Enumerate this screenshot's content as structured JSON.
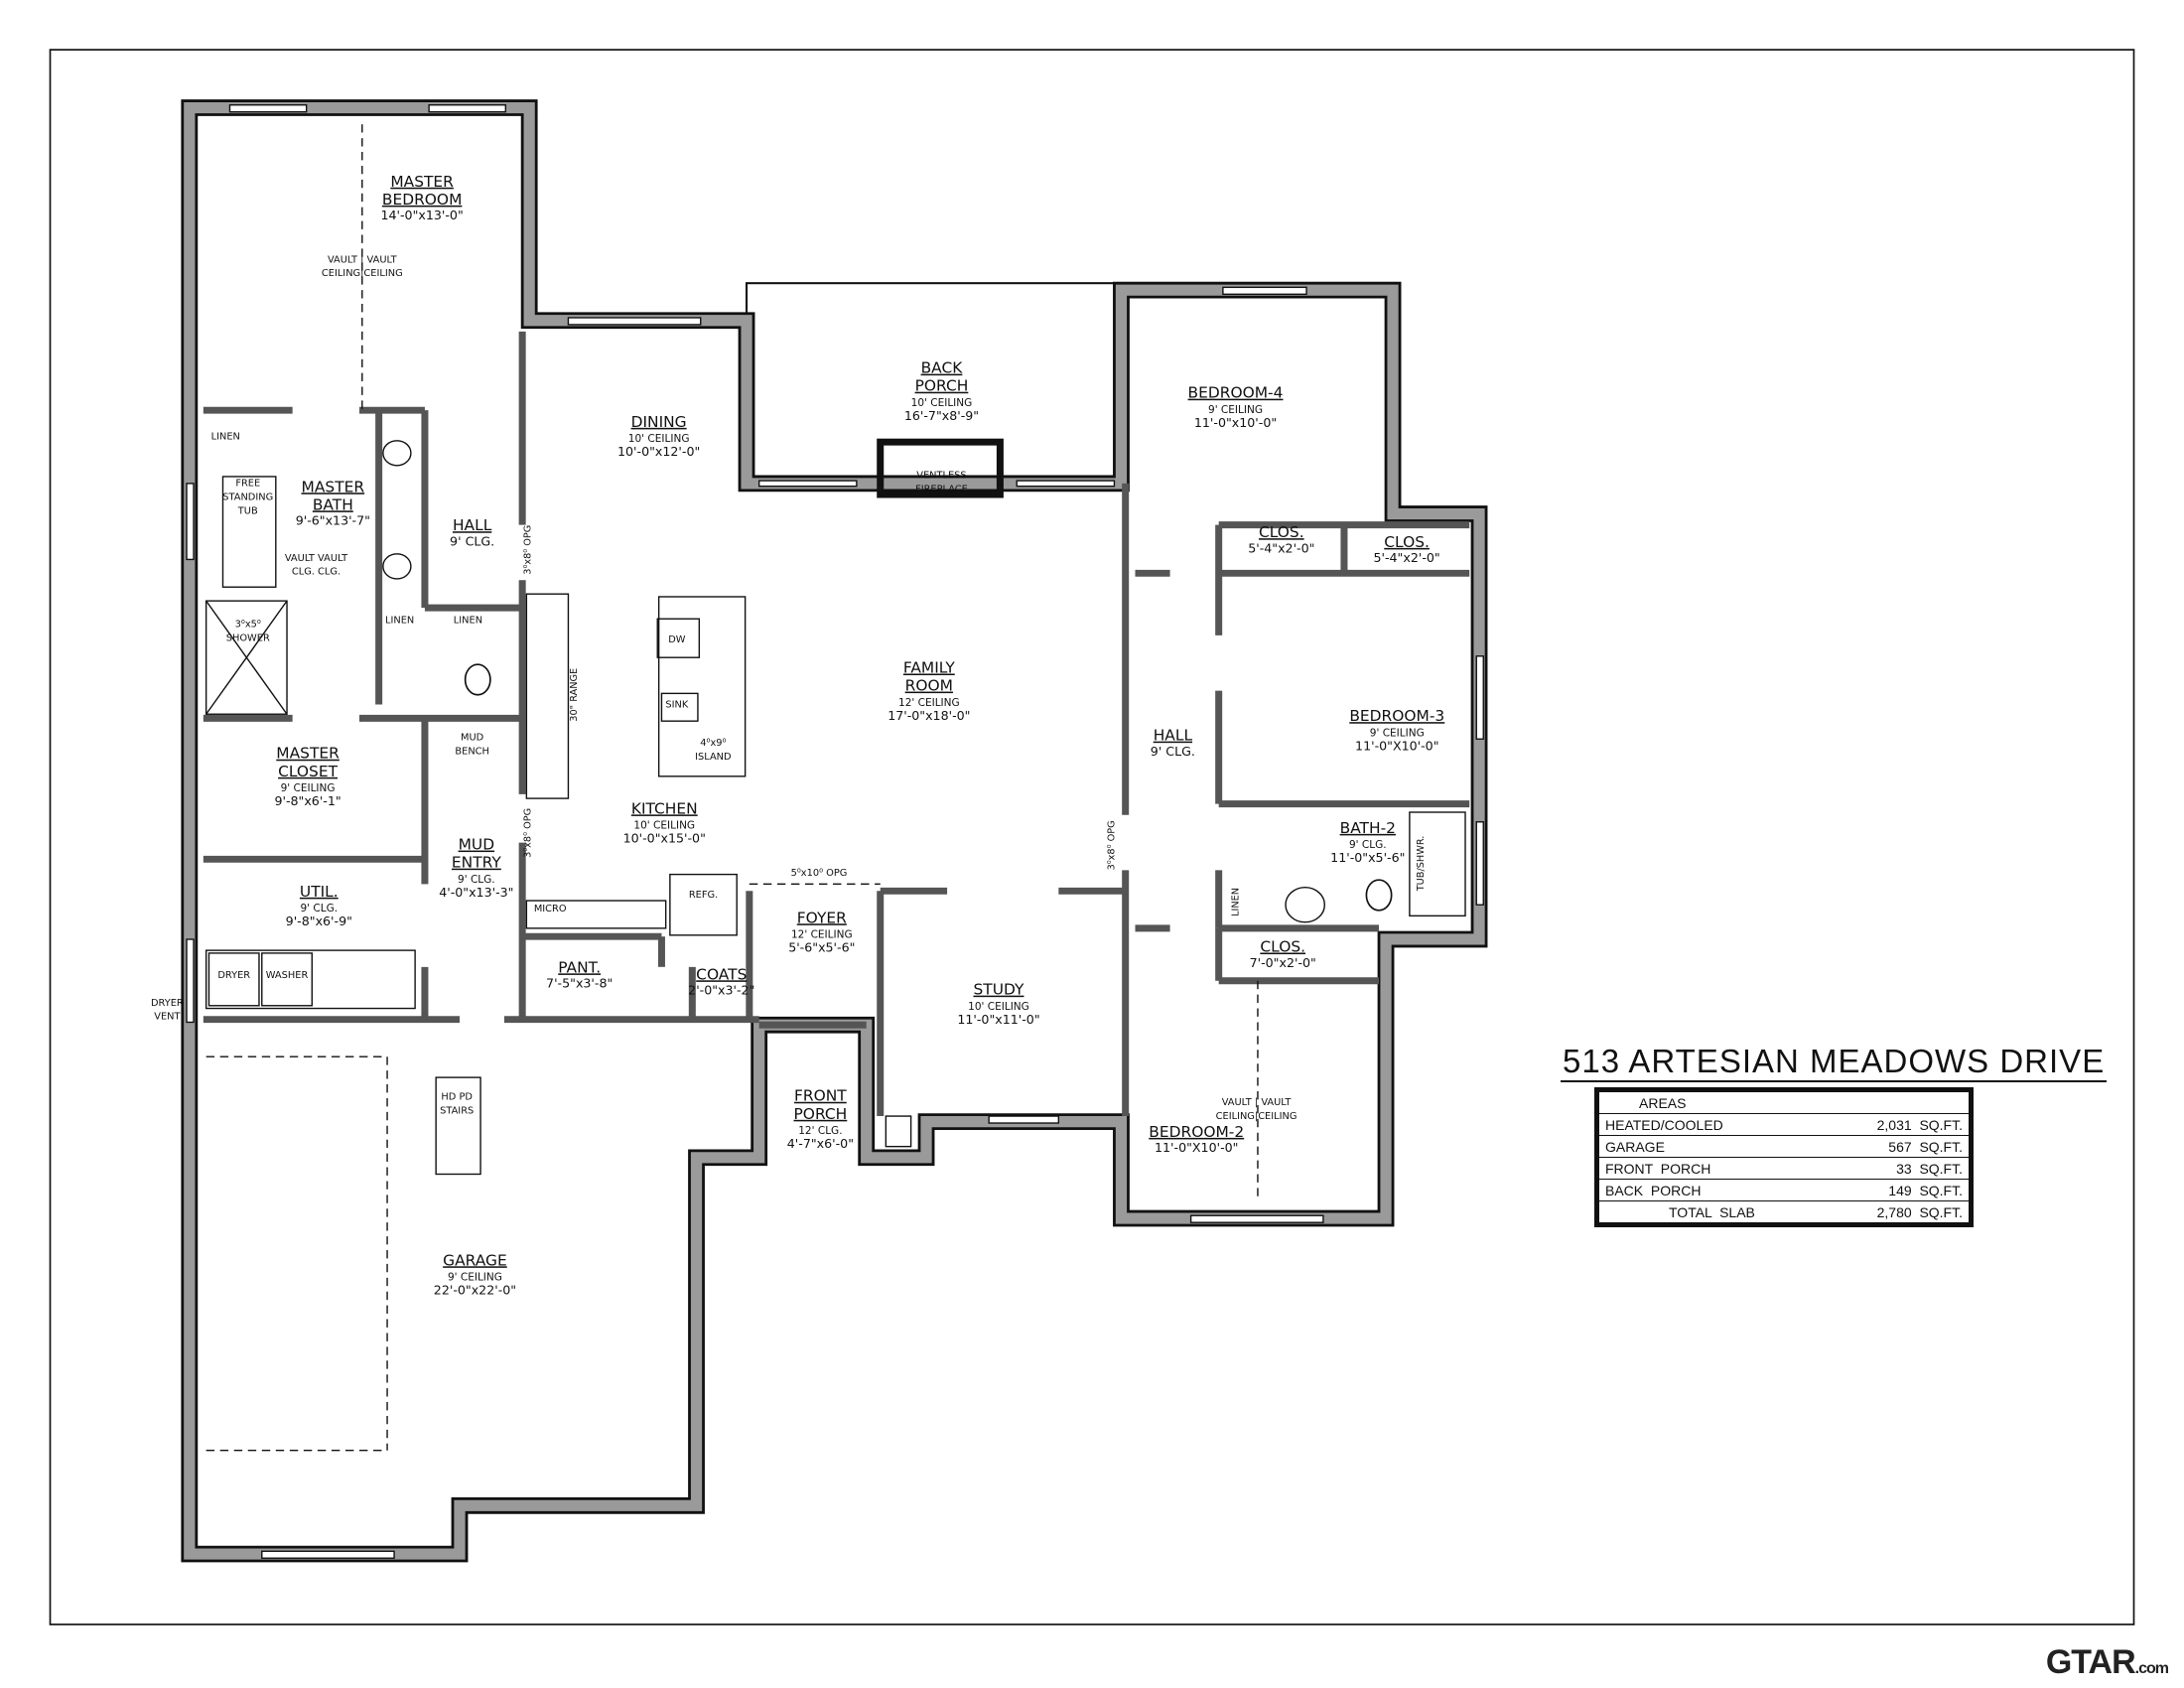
{
  "title": "513 ARTESIAN MEADOWS DRIVE",
  "areas": {
    "header": "AREAS",
    "rows": [
      {
        "label": "HEATED/COOLED",
        "value": "2,031",
        "unit": "SQ.FT."
      },
      {
        "label": "GARAGE",
        "value": "567",
        "unit": "SQ.FT."
      },
      {
        "label": "FRONT  PORCH",
        "value": "33",
        "unit": "SQ.FT."
      },
      {
        "label": "BACK  PORCH",
        "value": "149",
        "unit": "SQ.FT."
      }
    ],
    "total": {
      "label": "TOTAL  SLAB",
      "value": "2,780",
      "unit": "SQ.FT."
    }
  },
  "logo": {
    "text": "GTAR",
    "suffix": ".com"
  },
  "rooms": [
    {
      "id": "master-bedroom",
      "lines": [
        "MASTER",
        "BEDROOM",
        "14'-0\"x13'-0\""
      ]
    },
    {
      "id": "master-bath",
      "lines": [
        "MASTER",
        "BATH",
        "9'-6\"x13'-7\""
      ]
    },
    {
      "id": "hall-1",
      "lines": [
        "HALL",
        "9' CLG."
      ]
    },
    {
      "id": "dining",
      "lines": [
        "DINING",
        "10' CEILING",
        "10'-0\"x12'-0\""
      ]
    },
    {
      "id": "back-porch",
      "lines": [
        "BACK",
        "PORCH",
        "10' CEILING",
        "16'-7\"x8'-9\""
      ]
    },
    {
      "id": "bedroom-4",
      "lines": [
        "BEDROOM-4",
        "9' CEILING",
        "11'-0\"x10'-0\""
      ]
    },
    {
      "id": "closet-1",
      "lines": [
        "CLOS.",
        "5'-4\"x2'-0\""
      ]
    },
    {
      "id": "closet-2",
      "lines": [
        "CLOS.",
        "5'-4\"x2'-0\""
      ]
    },
    {
      "id": "family-room",
      "lines": [
        "FAMILY",
        "ROOM",
        "12' CEILING",
        "17'-0\"x18'-0\""
      ]
    },
    {
      "id": "bedroom-3",
      "lines": [
        "BEDROOM-3",
        "9' CEILING",
        "11'-0\"X10'-0\""
      ]
    },
    {
      "id": "hall-2",
      "lines": [
        "HALL",
        "9' CLG."
      ]
    },
    {
      "id": "master-closet",
      "lines": [
        "MASTER",
        "CLOSET",
        "9' CEILING",
        "9'-8\"x6'-1\""
      ]
    },
    {
      "id": "kitchen",
      "lines": [
        "KITCHEN",
        "10' CEILING",
        "10'-0\"x15'-0\""
      ]
    },
    {
      "id": "bath-2",
      "lines": [
        "BATH-2",
        "9' CLG.",
        "11'-0\"x5'-6\""
      ]
    },
    {
      "id": "mud-entry",
      "lines": [
        "MUD",
        "ENTRY",
        "9' CLG.",
        "4'-0\"x13'-3\""
      ]
    },
    {
      "id": "utility",
      "lines": [
        "UTIL.",
        "9' CLG.",
        "9'-8\"x6'-9\""
      ]
    },
    {
      "id": "foyer",
      "lines": [
        "FOYER",
        "12' CEILING",
        "5'-6\"x5'-6\""
      ]
    },
    {
      "id": "closet-3",
      "lines": [
        "CLOS.",
        "7'-0\"x2'-0\""
      ]
    },
    {
      "id": "pantry",
      "lines": [
        "PANT.",
        "7'-5\"x3'-8\""
      ]
    },
    {
      "id": "coats",
      "lines": [
        "COATS",
        "2'-0\"x3'-2\""
      ]
    },
    {
      "id": "study",
      "lines": [
        "STUDY",
        "10' CEILING",
        "11'-0\"x11'-0\""
      ]
    },
    {
      "id": "front-porch",
      "lines": [
        "FRONT",
        "PORCH",
        "12' CLG.",
        "4'-7\"x6'-0\""
      ]
    },
    {
      "id": "bedroom-2",
      "lines": [
        "BEDROOM-2",
        "11'-0\"X10'-0\""
      ]
    },
    {
      "id": "garage",
      "lines": [
        "GARAGE",
        "9' CEILING",
        "22'-0\"x22'-0\""
      ]
    }
  ],
  "labels": [
    {
      "id": "vault-ceiling-master",
      "lines": [
        "VAULT | VAULT",
        "CEILING|CEILING"
      ]
    },
    {
      "id": "linen-1",
      "lines": [
        "LINEN"
      ]
    },
    {
      "id": "tub",
      "lines": [
        "FREE",
        "STANDING",
        "TUB"
      ]
    },
    {
      "id": "vault-clg-bath",
      "lines": [
        "VAULT  VAULT",
        "CLG.    CLG."
      ]
    },
    {
      "id": "shower",
      "lines": [
        "3⁰x5⁰",
        "SHOWER"
      ]
    },
    {
      "id": "linen-2",
      "lines": [
        "LINEN"
      ]
    },
    {
      "id": "linen-3",
      "lines": [
        "LINEN"
      ]
    },
    {
      "id": "fireplace",
      "lines": [
        "VENTLESS",
        "FIREPLACE"
      ]
    },
    {
      "id": "dishwasher",
      "lines": [
        "DW"
      ]
    },
    {
      "id": "sink",
      "lines": [
        "SINK"
      ]
    },
    {
      "id": "island",
      "lines": [
        "4⁰x9⁰",
        "ISLAND"
      ]
    },
    {
      "id": "range",
      "lines": [
        "30\" RANGE"
      ]
    },
    {
      "id": "mud-bench",
      "lines": [
        "MUD",
        "BENCH"
      ]
    },
    {
      "id": "micro",
      "lines": [
        "MICRO"
      ]
    },
    {
      "id": "refrigerator",
      "lines": [
        "REFG."
      ]
    },
    {
      "id": "opening-1",
      "lines": [
        "3⁰x8⁰ OPG"
      ]
    },
    {
      "id": "opening-2",
      "lines": [
        "3⁰x8⁰ OPG"
      ]
    },
    {
      "id": "opening-3",
      "lines": [
        "3⁰x8⁰ OPG"
      ]
    },
    {
      "id": "opening-4",
      "lines": [
        "5⁰x10⁰ OPG"
      ]
    },
    {
      "id": "tub-shower",
      "lines": [
        "TUB/SHWR."
      ]
    },
    {
      "id": "linen-4",
      "lines": [
        "LINEN"
      ]
    },
    {
      "id": "dryer",
      "lines": [
        "DRYER"
      ]
    },
    {
      "id": "washer",
      "lines": [
        "WASHER"
      ]
    },
    {
      "id": "dryer-vent",
      "lines": [
        "DRYER",
        "VENT"
      ]
    },
    {
      "id": "vault-ceiling-bed2",
      "lines": [
        "VAULT | VAULT",
        "CEILING|CEILING"
      ]
    },
    {
      "id": "attic-stairs",
      "lines": [
        "HD PD",
        "STAIRS"
      ]
    }
  ]
}
